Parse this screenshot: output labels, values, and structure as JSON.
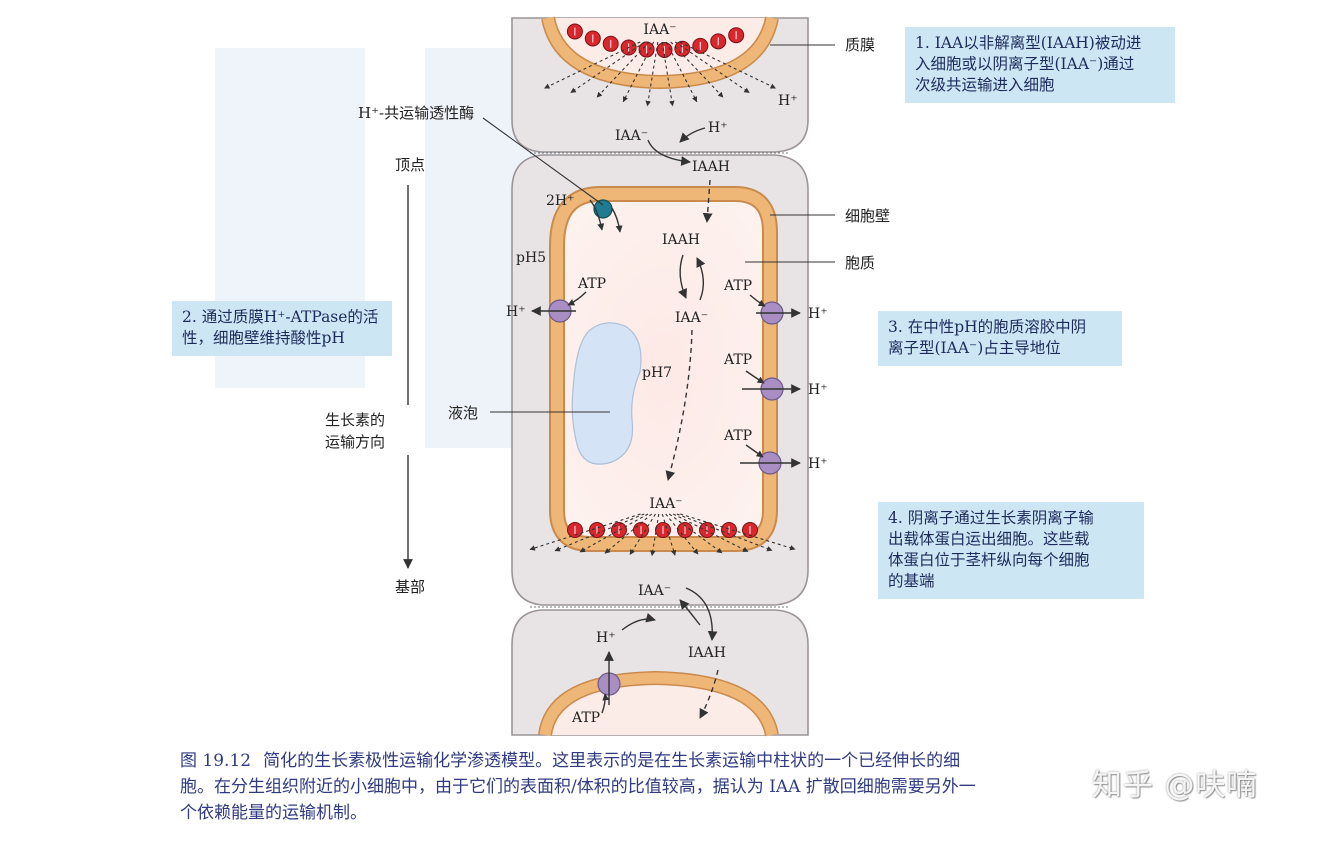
{
  "colors": {
    "cell_wall": "#e8e4e6",
    "membrane": "#efb777",
    "membrane_edge": "#c98a4b",
    "cytoplasm": "#fcebe6",
    "vacuole": "#d4e3f5",
    "carrier": "#d8282e",
    "atpase": "#a98ec4",
    "symporter": "#1f7b8f",
    "note_bg": "#cde6f4",
    "caption_text": "#303a82"
  },
  "labels": {
    "iaa_minus": "IAA⁻",
    "iaah": "IAAH",
    "h_plus": "H⁺",
    "two_h_plus": "2H⁺",
    "atp": "ATP",
    "ph5": "pH5",
    "ph7": "pH7",
    "plasma_membrane": "质膜",
    "cell_wall": "细胞壁",
    "cytoplasm": "胞质",
    "vacuole": "液泡",
    "symporter": "H⁺-共运输透性酶",
    "apex": "顶点",
    "base": "基部",
    "direction_line1": "生长素的",
    "direction_line2": "运输方向"
  },
  "notes": [
    {
      "text": "1. IAA以非解离型(IAAH)被动进\n入细胞或以阴离子型(IAA⁻)通过\n次级共运输进入细胞"
    },
    {
      "text": "2. 通过质膜H⁺-ATPase的活\n性，细胞壁维持酸性pH"
    },
    {
      "text": "3. 在中性pH的胞质溶胶中阴\n离子型(IAA⁻)占主导地位"
    },
    {
      "text": "4. 阴离子通过生长素阴离子输\n出载体蛋白运出细胞。这些载\n体蛋白位于茎杆纵向每个细胞\n的基端"
    }
  ],
  "caption": {
    "figure_number": "图 19.12",
    "text": "简化的生长素极性运输化学渗透模型。这里表示的是在生长素运输中柱状的一个已经伸长的细\n胞。在分生组织附近的小细胞中，由于它们的表面积/体积的比值较高，据认为 IAA 扩散回细胞需要另外一\n个依赖能量的运输机制。"
  },
  "watermark": "知乎 @呋喃"
}
